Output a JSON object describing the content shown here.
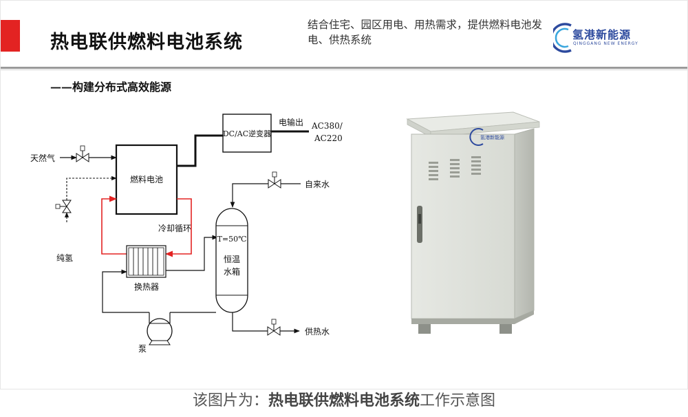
{
  "header": {
    "title": "热电联供燃料电池系统",
    "description": "结合住宅、园区用电、用热需求，提供燃料电池发电、供热系统",
    "logo": {
      "name": "氢港新能源",
      "subname": "QINGGANG NEW ENERGY"
    }
  },
  "subtitle": "——构建分布式高效能源",
  "diagram": {
    "inputs": {
      "natural_gas": "天然气",
      "pure_hydrogen": "纯氢",
      "tap_water": "自来水"
    },
    "components": {
      "fuel_cell": "燃料电池",
      "inverter": "DC/AC逆变器",
      "heat_exchanger": "换热器",
      "tank_temp": "T=50℃",
      "tank_line1": "恒温",
      "tank_line2": "水箱",
      "pump": "泵"
    },
    "flows": {
      "cooling_loop": "冷却循环",
      "power_output": "电输出",
      "voltage_1": "AC380/",
      "voltage_2": "AC220",
      "hot_water": "供热水"
    },
    "colors": {
      "cooling_loop": "#e32322",
      "lines": "#111111"
    }
  },
  "product_image": {
    "badge": "氢港新能源",
    "color": "#dfe2dc"
  },
  "caption": {
    "prefix": "该图片为：",
    "bold": "热电联供燃料电池系统",
    "suffix": "工作示意图"
  },
  "accent_color": "#e32322"
}
